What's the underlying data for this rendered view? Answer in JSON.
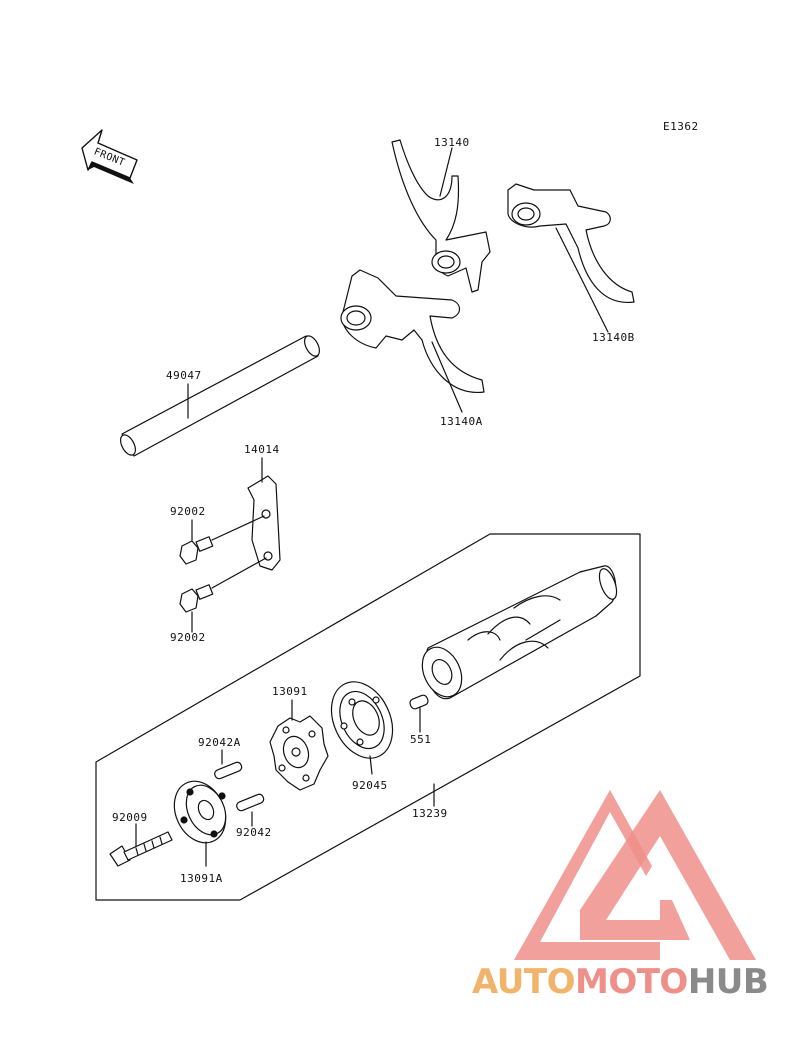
{
  "diagram_code": "E1362",
  "front_label": "FRONT",
  "labels": {
    "fork_13140": "13140",
    "fork_13140B": "13140B",
    "fork_13140A": "13140A",
    "shaft_49047": "49047",
    "plate_14014": "14014",
    "bolt_92002_top": "92002",
    "bolt_92002_bottom": "92002",
    "assembly_13239": "13239",
    "gear_13091": "13091",
    "pin_92042A": "92042A",
    "bearing_92045": "92045",
    "pin_551": "551",
    "pin_92042": "92042",
    "screw_92009": "92009",
    "holder_13091A": "13091A"
  },
  "watermark": {
    "part1": "AUTO",
    "part2": "MOTO",
    "part3": "HUB",
    "colors": {
      "part1": "#f2b46a",
      "part2": "#ef8f8a",
      "part3": "#8a8a8a",
      "triangle": "#ef8f8a"
    }
  }
}
